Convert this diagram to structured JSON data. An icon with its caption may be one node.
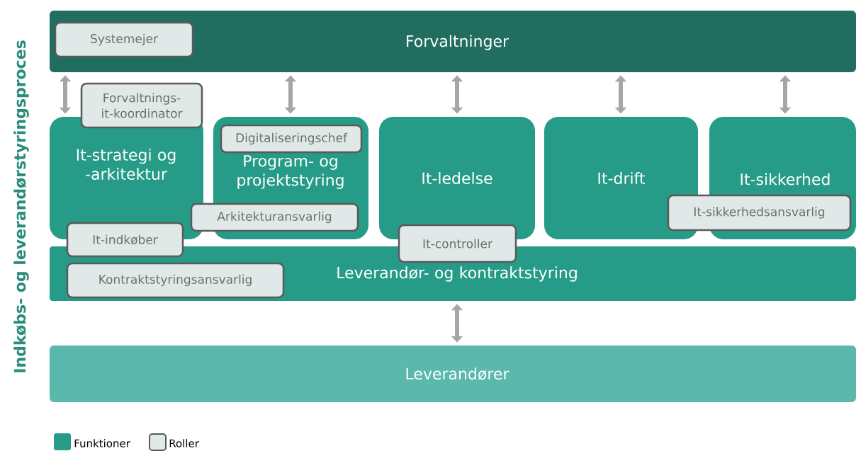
{
  "diagram": {
    "nodes": [
      {
        "text": [
          "Forvaltninger"
        ]
      },
      {
        "text": [
          "It-strategi og -arkitektur"
        ]
      },
      {
        "text": [
          "Program- og projektstyring"
        ]
      },
      {
        "text": [
          "It-ledelse"
        ]
      },
      {
        "text": [
          "It-drift"
        ]
      },
      {
        "text": [
          "It-sikkerhed"
        ]
      },
      {
        "text": [
          "Leverandør- og kontraktstyring"
        ]
      },
      {
        "text": [
          "Leverandører"
        ]
      },
      {
        "text": [
          "Systemejer"
        ],
        "in": 0
      },
      {
        "text": [
          "Forvaltnings- it-koordinator"
        ]
      },
      {
        "text": [
          "Digitaliseringschef"
        ],
        "in": 2
      },
      {
        "text": [
          "Arkitekturansvarlig"
        ]
      },
      {
        "text": [
          "It-indkøber"
        ]
      },
      {
        "text": [
          "It-controller"
        ]
      },
      {
        "text": [
          "It-sikkerhedsansvarlig"
        ]
      },
      {
        "text": [
          "Kontraktstyringsansvarlig"
        ],
        "in": 6
      }
    ],
    "edges": [
      {
        "from": 0,
        "to": 1,
        "arrow": "both"
      },
      {
        "from": 0,
        "to": 2,
        "arrow": "both"
      },
      {
        "from": 0,
        "to": 3,
        "arrow": "both"
      },
      {
        "from": 0,
        "to": 4,
        "arrow": "both"
      },
      {
        "from": 0,
        "to": 5,
        "arrow": "both"
      },
      {
        "from": 6,
        "to": 7,
        "arrow": "both"
      }
    ],
    "labels": [
      "Indkøbs- og leverandørstyringsproces"
    ],
    "legend": [
      {
        "text": "Funktioner",
        "color": "#269b87"
      },
      {
        "text": "Roller"
      }
    ]
  }
}
